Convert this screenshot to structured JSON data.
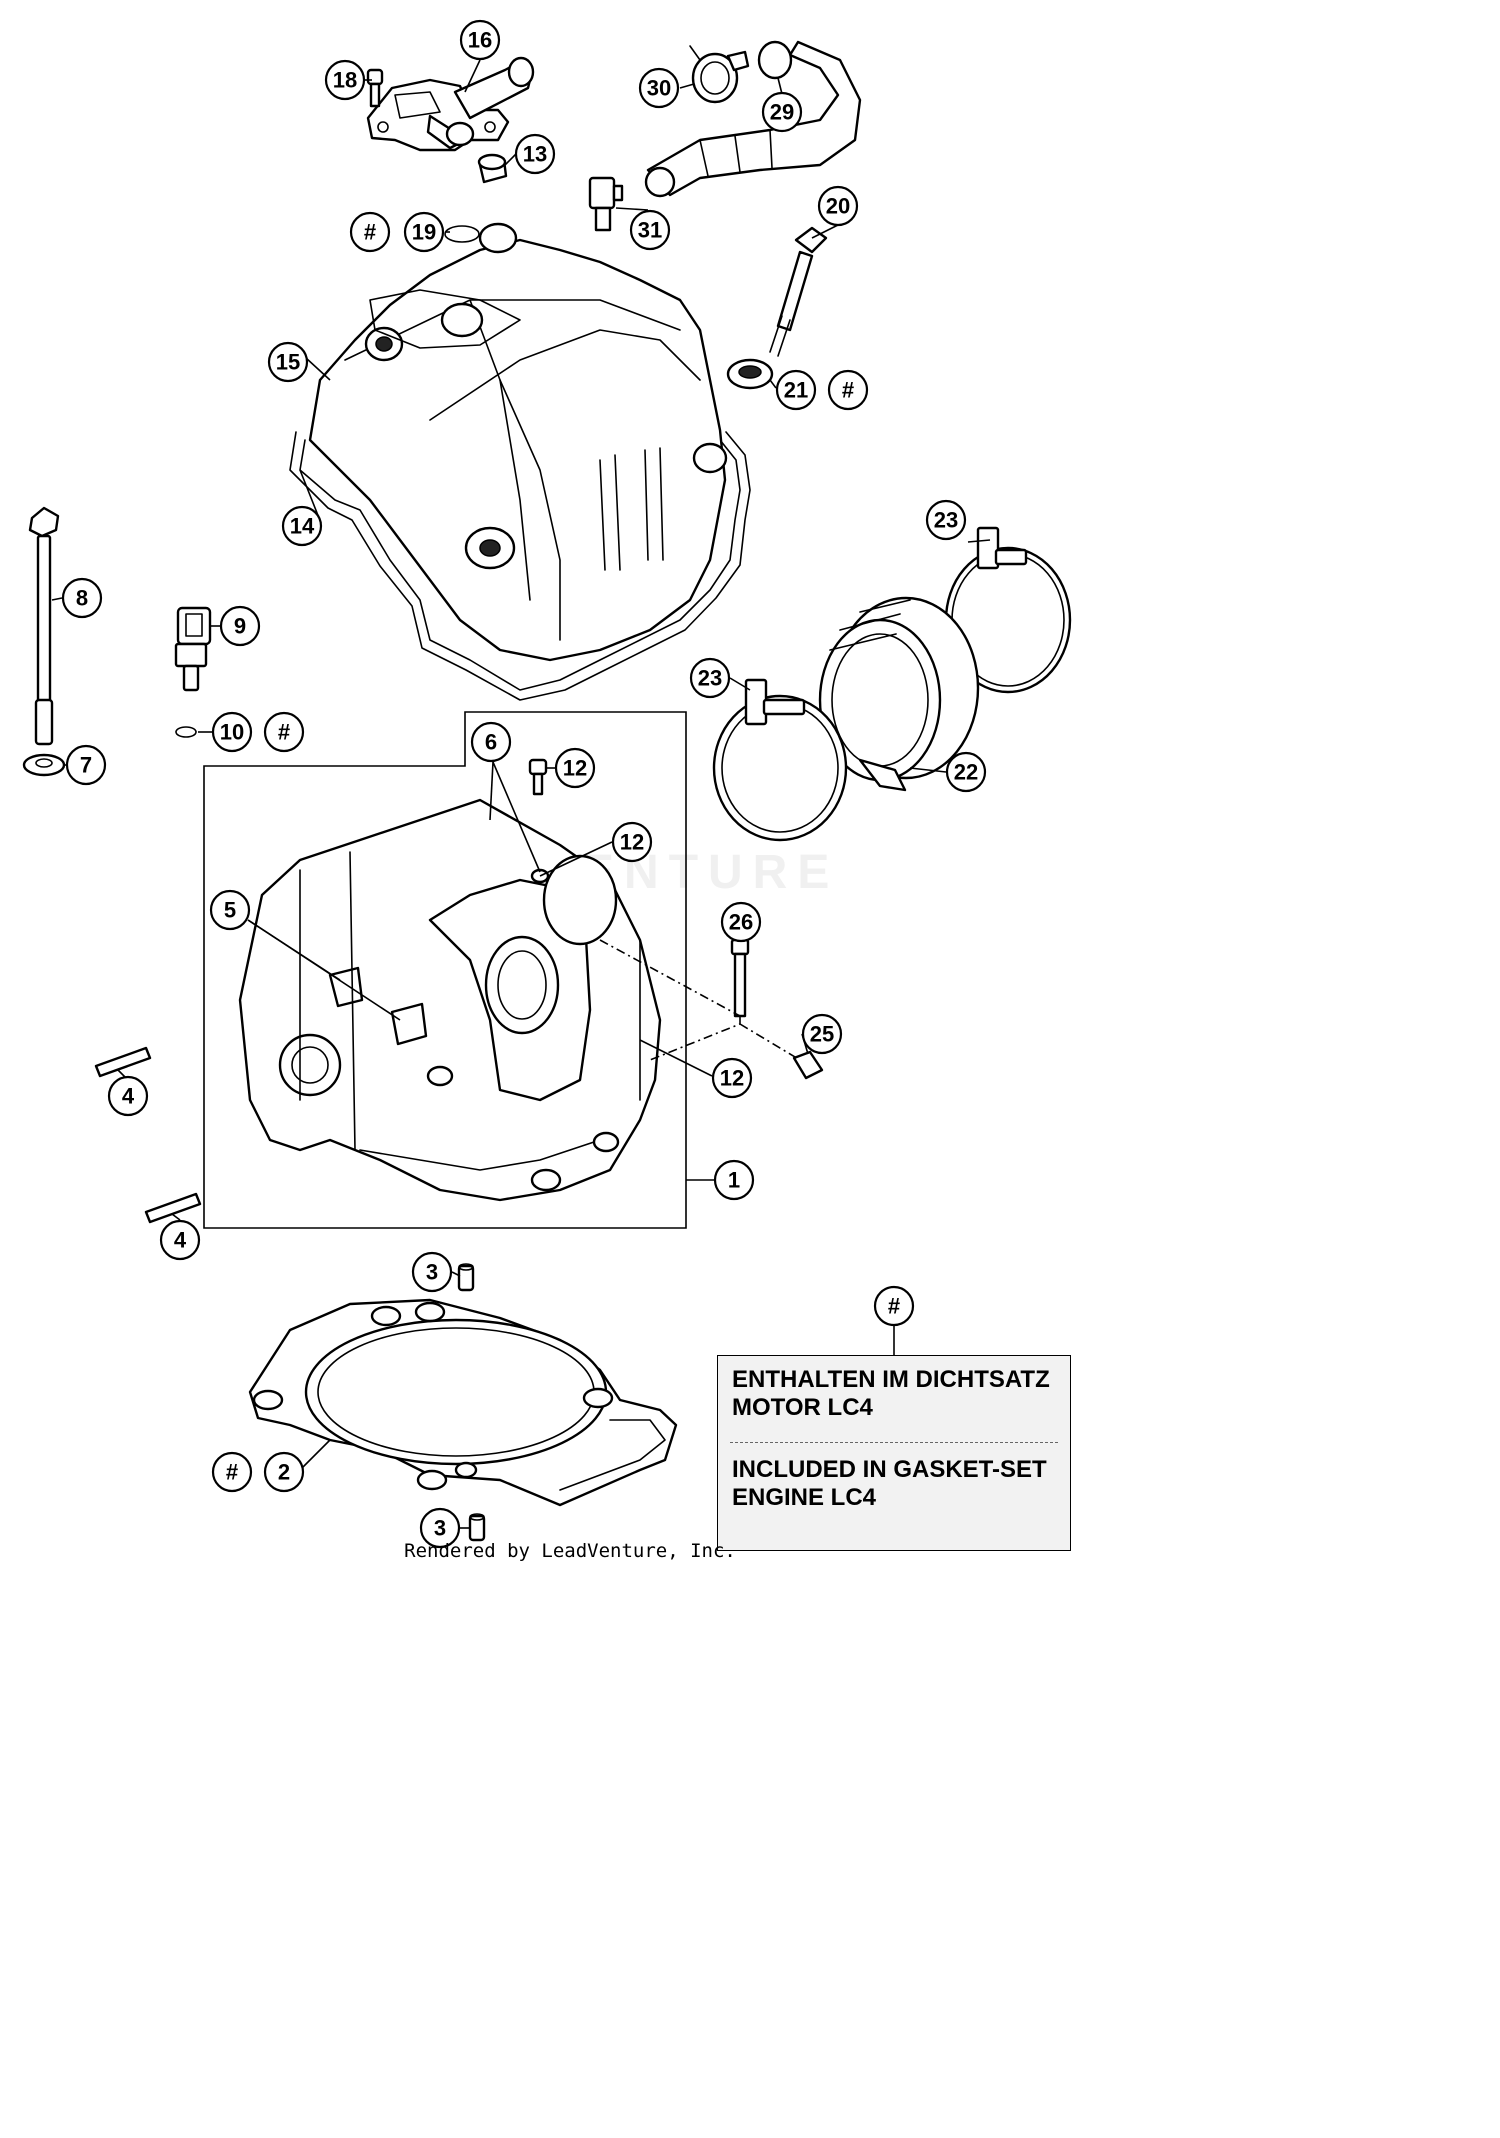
{
  "callouts": [
    {
      "id": "c16",
      "label": "16"
    },
    {
      "id": "c18",
      "label": "18"
    },
    {
      "id": "c13",
      "label": "13"
    },
    {
      "id": "c30",
      "label": "30"
    },
    {
      "id": "c29",
      "label": "29"
    },
    {
      "id": "c31",
      "label": "31"
    },
    {
      "id": "c19h",
      "label": "#"
    },
    {
      "id": "c19",
      "label": "19"
    },
    {
      "id": "c20",
      "label": "20"
    },
    {
      "id": "c15",
      "label": "15"
    },
    {
      "id": "c21",
      "label": "21"
    },
    {
      "id": "c21h",
      "label": "#"
    },
    {
      "id": "c14",
      "label": "14"
    },
    {
      "id": "c8",
      "label": "8"
    },
    {
      "id": "c9",
      "label": "9"
    },
    {
      "id": "c10",
      "label": "10"
    },
    {
      "id": "c10h",
      "label": "#"
    },
    {
      "id": "c7",
      "label": "7"
    },
    {
      "id": "c6",
      "label": "6"
    },
    {
      "id": "c12a",
      "label": "12"
    },
    {
      "id": "c12b",
      "label": "12"
    },
    {
      "id": "c5",
      "label": "5"
    },
    {
      "id": "c26",
      "label": "26"
    },
    {
      "id": "c25",
      "label": "25"
    },
    {
      "id": "c12c",
      "label": "12"
    },
    {
      "id": "c4a",
      "label": "4"
    },
    {
      "id": "c1",
      "label": "1"
    },
    {
      "id": "c4b",
      "label": "4"
    },
    {
      "id": "c23a",
      "label": "23"
    },
    {
      "id": "c23b",
      "label": "23"
    },
    {
      "id": "c22",
      "label": "22"
    },
    {
      "id": "c3a",
      "label": "3"
    },
    {
      "id": "c3b",
      "label": "3"
    },
    {
      "id": "c2h",
      "label": "#"
    },
    {
      "id": "c2",
      "label": "2"
    },
    {
      "id": "cnote",
      "label": "#"
    }
  ],
  "note": {
    "german": "ENTHALTEN IM DICHTSATZ\nMOTOR LC4",
    "english": "INCLUDED IN GASKET-SET\nENGINE LC4"
  },
  "watermark": "VENTURE",
  "footer": "Rendered by LeadVenture, Inc."
}
